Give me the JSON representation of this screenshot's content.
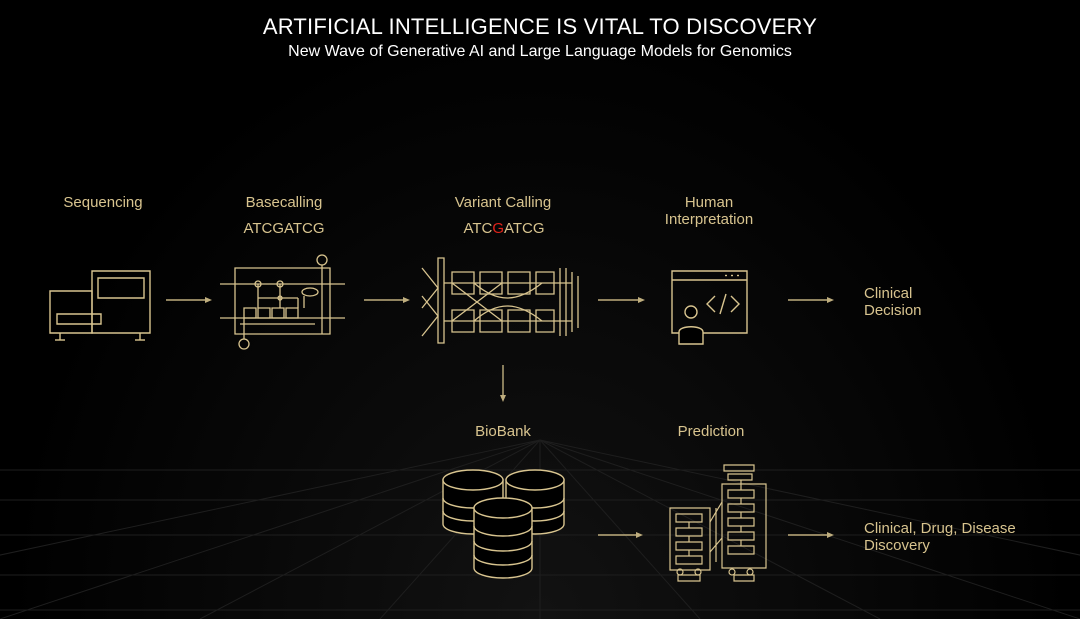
{
  "title": "ARTIFICIAL INTELLIGENCE IS VITAL TO DISCOVERY",
  "subtitle": "New Wave of Generative AI and Large Language Models for Genomics",
  "stages": {
    "sequencing": "Sequencing",
    "basecalling": "Basecalling",
    "basecalling_seq": "ATCGATCG",
    "variant_calling": "Variant Calling",
    "variant_seq_pre": "ATC",
    "variant_seq_mut": "G",
    "variant_seq_post": "ATCG",
    "human_line1": "Human",
    "human_line2": "Interpretation",
    "clinical_line1": "Clinical",
    "clinical_line2": "Decision",
    "biobank": "BioBank",
    "prediction": "Prediction",
    "discovery_line1": "Clinical, Drug, Disease",
    "discovery_line2": "Discovery"
  },
  "icons": {
    "sequencing": "sequencer-machine-icon",
    "basecalling": "circuit-board-icon",
    "variant_calling": "neural-network-icon",
    "human": "developer-code-window-icon",
    "biobank": "database-cylinders-icon",
    "prediction": "model-architecture-icon"
  },
  "colors": {
    "background": "#000000",
    "title": "#ffffff",
    "accent": "#d8c48f",
    "mutation": "#e2231a"
  }
}
